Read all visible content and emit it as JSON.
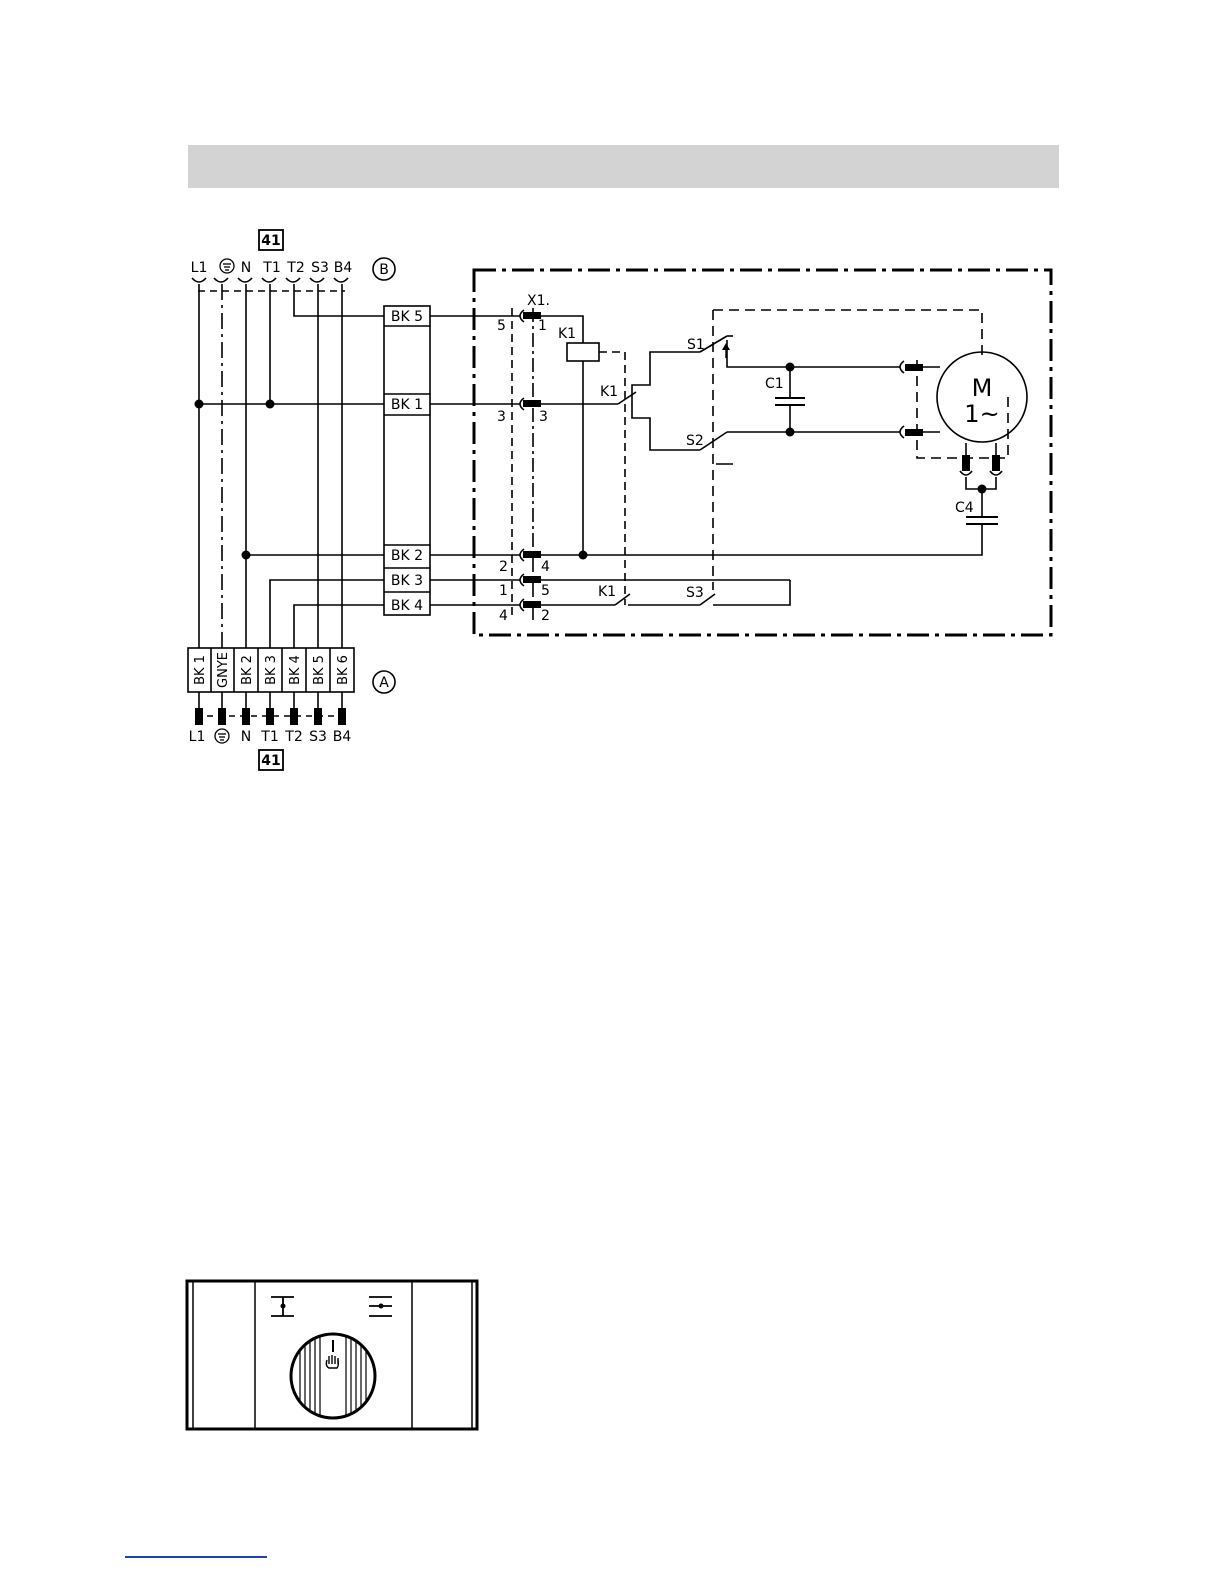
{
  "header_bar": {
    "color": "#d3d3d3"
  },
  "terminal_ref": "41",
  "connector_b": {
    "badge": "B",
    "labels": [
      "L1",
      "N",
      "T1",
      "T2",
      "S3",
      "B4"
    ]
  },
  "connector_a": {
    "badge": "A",
    "wires": [
      "BK 1",
      "GNYE",
      "BK 2",
      "BK 3",
      "BK 4",
      "BK 5",
      "BK 6"
    ],
    "bottom_labels": [
      "L1",
      "N",
      "T1",
      "T2",
      "S3",
      "B4"
    ]
  },
  "bk_block": [
    "BK 5",
    "BK 1",
    "BK 2",
    "BK 3",
    "BK 4"
  ],
  "plug_x1": {
    "name": "X1.",
    "left_pins": [
      "5",
      "3",
      "2",
      "1",
      "4"
    ],
    "right_pins": [
      "1",
      "3",
      "4",
      "5",
      "2"
    ]
  },
  "components": {
    "relay": "K1",
    "relay_contact": "K1",
    "relay_contact_bottom": "K1",
    "switch_1": "S1",
    "switch_2": "S2",
    "switch_3": "S3",
    "capacitor_1": "C1",
    "capacitor_4": "C4",
    "motor_line1": "M",
    "motor_line2": "1~"
  },
  "footer_link": {
    "color": "#1f3fbf"
  }
}
